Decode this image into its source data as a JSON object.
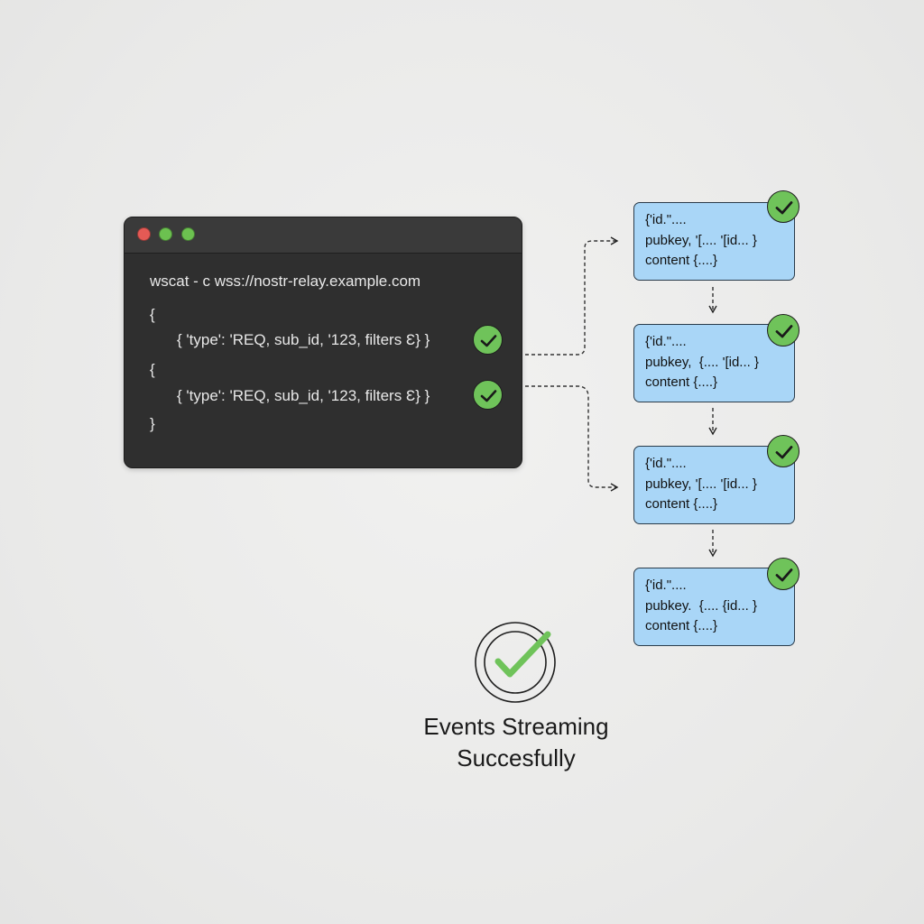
{
  "terminal": {
    "window_dots": [
      "red",
      "green",
      "green"
    ],
    "command": "wscat - c wss://nostr-relay.example.com",
    "lines": [
      "{",
      "{ 'type': 'REQ, sub_id, '123, filters Ɛ} }",
      "{",
      "{ 'type': 'REQ, sub_id, '123, filters Ɛ} }",
      "}"
    ]
  },
  "events": [
    {
      "line1": "{'id.\"....",
      "line2": "pubkey, '[.... '[id... }",
      "line3": "content {....}"
    },
    {
      "line1": "{'id.\"....",
      "line2": "pubkey,  {.... '[id... }",
      "line3": "content {....}"
    },
    {
      "line1": "{'id.\"....",
      "line2": "pubkey, '[.... '[id... }",
      "line3": "content {....}"
    },
    {
      "line1": "{'id.\"....",
      "line2": "pubkey.  {.... {id... }",
      "line3": "content {....}"
    }
  ],
  "status": {
    "line1": "Events Streaming",
    "line2": "Succesfully"
  },
  "colors": {
    "terminal_bg": "#2f2f2f",
    "card_bg": "#a9d6f7",
    "check_green": "#6fc35a",
    "dot_red": "#e45a55",
    "dot_green": "#6cc150"
  },
  "icons": {
    "request_ack": "check-icon",
    "event_ack": "check-icon",
    "status": "check-circle-icon"
  }
}
